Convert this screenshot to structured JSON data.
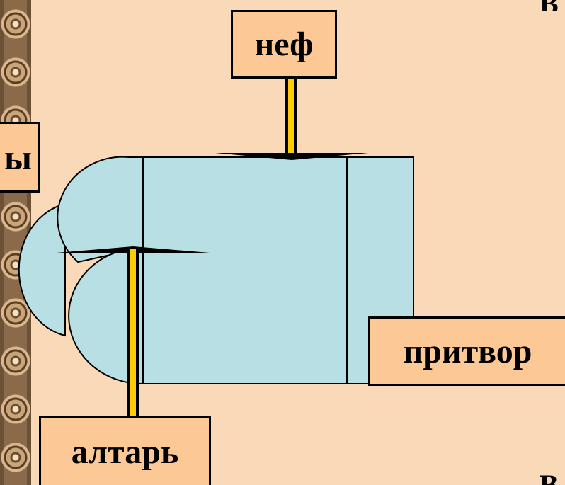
{
  "labels": {
    "nave": "неф",
    "narthex": "притвор",
    "altar": "алтарь",
    "left_cut": "ы",
    "corner_top": "В",
    "corner_bottom": "В"
  },
  "colors": {
    "background": "#fad9b8",
    "label_fill": "#fcc896",
    "plan_fill": "#b8dfe3",
    "stroke": "#000000",
    "arrow_shaft": "#ffcc00"
  }
}
